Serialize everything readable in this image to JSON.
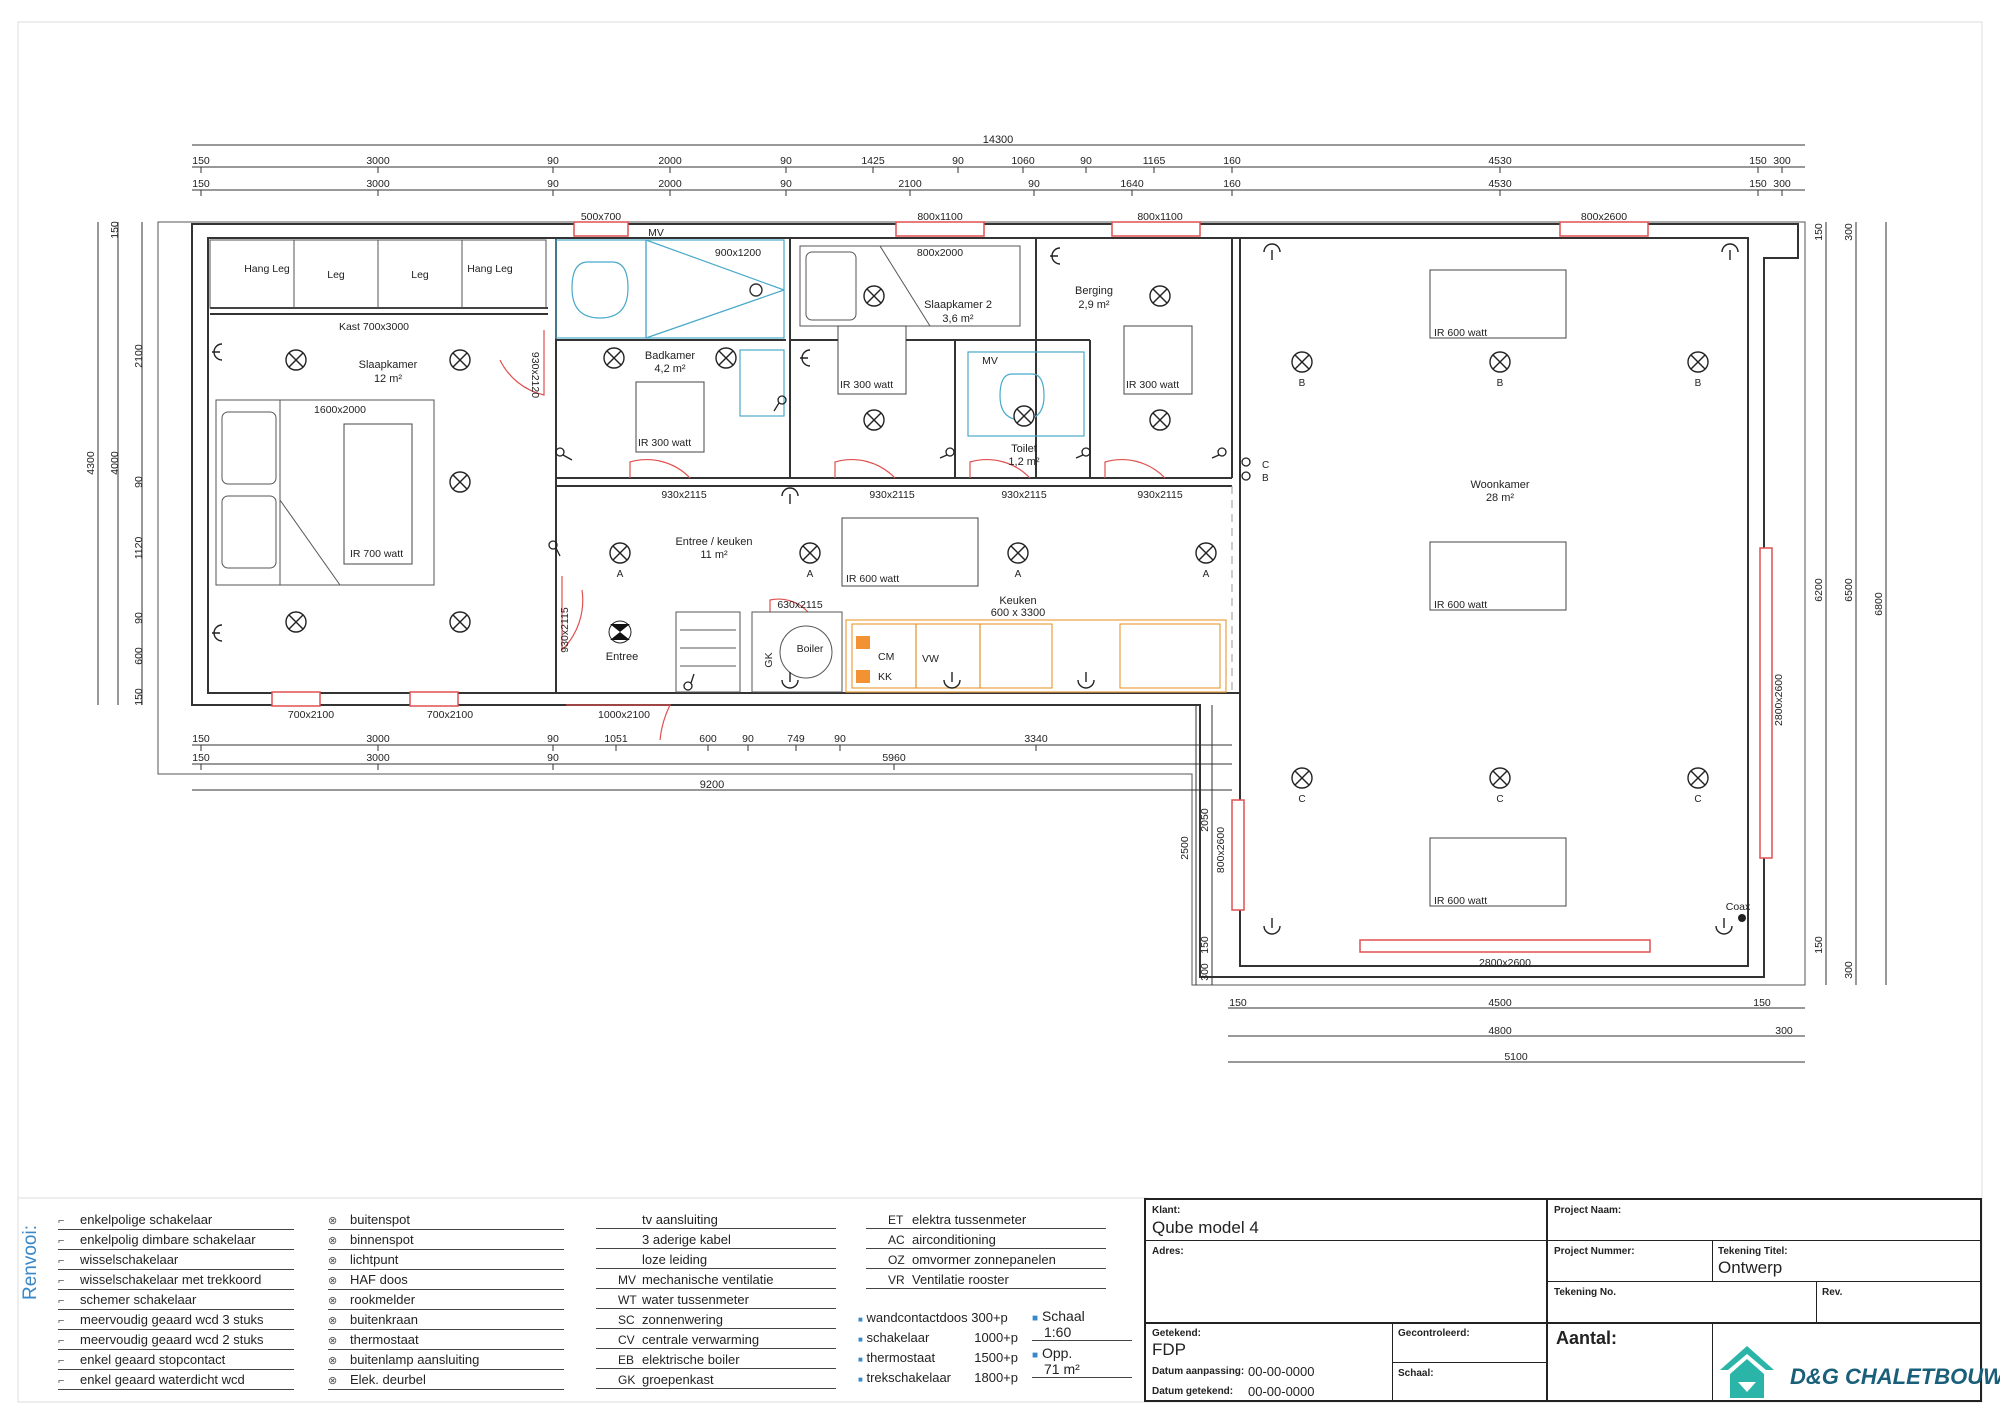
{
  "plan": {
    "dims_top": {
      "total": "14300",
      "row1": [
        "150",
        "3000",
        "90",
        "2000",
        "90",
        "1425",
        "90",
        "1060",
        "90",
        "1165",
        "160",
        "4530",
        "150",
        "300"
      ],
      "row2": [
        "150",
        "3000",
        "90",
        "2000",
        "90",
        "2100",
        "90",
        "1640",
        "160",
        "4530",
        "150",
        "300"
      ]
    },
    "dims_bottom_left": {
      "row1": [
        "150",
        "3000",
        "90",
        "1051",
        "600",
        "90",
        "749",
        "90",
        "3340"
      ],
      "row2": [
        "150",
        "3000",
        "90",
        "5960"
      ],
      "total": "9200"
    },
    "dims_bottom_right": {
      "row1": [
        "150",
        "4500",
        "150"
      ],
      "row2": [
        "4800",
        "300"
      ],
      "total": "5100"
    },
    "dims_left": [
      "150",
      "2100",
      "90",
      "1120",
      "90",
      "600",
      "150",
      "4000",
      "4300"
    ],
    "dims_right": [
      "150",
      "6200",
      "150",
      "6500",
      "300",
      "6800",
      "300"
    ],
    "dims_inner": [
      "2500",
      "2050",
      "150",
      "300"
    ],
    "rooms": {
      "kast": [
        "Hang Leg",
        "Leg",
        "Leg",
        "Hang Leg"
      ],
      "kast_label": "Kast 700x3000",
      "slaapkamer": {
        "name": "Slaapkamer",
        "area": "12 m²",
        "bed": "1600x2000",
        "heater": "IR 700 watt"
      },
      "badkamer": {
        "name": "Badkamer",
        "area": "4,2 m²",
        "heater": "IR 300 watt",
        "mv": "MV",
        "shower": "900x1200",
        "win": "500x700",
        "door": "930x2120"
      },
      "slaapkamer2": {
        "name": "Slaapkamer 2",
        "area": "3,6 m²",
        "bed": "800x2000",
        "heater": "IR 300 watt",
        "win": "800x1100"
      },
      "toilet": {
        "name": "Toilet",
        "area": "1,2 m²",
        "mv": "MV"
      },
      "berging": {
        "name": "Berging",
        "area": "2,9 m²",
        "heater": "IR 300 watt",
        "win": "800x1100"
      },
      "woonkamer": {
        "name": "Woonkamer",
        "area": "28 m²",
        "heaters": [
          "IR 600 watt",
          "IR 600 watt",
          "IR 600 watt"
        ],
        "win_top": "800x2600",
        "win_right": "2800x2600",
        "win_bottom": "2800x2600",
        "win_left": "800x2600",
        "coax": "Coax"
      },
      "entree": {
        "name": "Entree / keuken",
        "area": "11 m²",
        "heater": "IR 600 watt",
        "entree": "Entree",
        "boiler": "Boiler",
        "gk": "GK",
        "door_front": "1000x2100",
        "door_side": "930x2115",
        "boiler_door": "630x2115"
      },
      "keuken": {
        "name": "Keuken",
        "size": "600 x 3300",
        "cm": "CM",
        "kk": "KK",
        "vw": "VW"
      },
      "hall_doors": [
        "930x2115",
        "930x2115",
        "930x2115",
        "930x2115"
      ],
      "bedroom_windows": [
        "700x2100",
        "700x2100"
      ]
    },
    "spot_letters": {
      "a": "A",
      "b": "B",
      "c": "C"
    }
  },
  "legend": {
    "title": "Renvooi:",
    "col1": [
      "enkelpolige schakelaar",
      "enkelpolig dimbare schakelaar",
      "wisselschakelaar",
      "wisselschakelaar met trekkoord",
      "schemer schakelaar",
      "meervoudig geaard wcd 3 stuks",
      "meervoudig geaard wcd 2 stuks",
      "enkel geaard stopcontact",
      "enkel geaard waterdicht wcd"
    ],
    "col2": [
      "buitenspot",
      "binnenspot",
      "lichtpunt",
      "HAF doos",
      "rookmelder",
      "buitenkraan",
      "thermostaat",
      "buitenlamp aansluiting",
      "Elek. deurbel"
    ],
    "col3_codes": [
      "",
      "",
      "",
      "MV",
      "WT",
      "SC",
      "CV",
      "EB",
      "GK"
    ],
    "col3": [
      "tv aansluiting",
      "3 aderige kabel",
      "loze leiding",
      "mechanische ventilatie",
      "water tussenmeter",
      "zonnenwering",
      "centrale verwarming",
      "elektrische boiler",
      "groepenkast"
    ],
    "col4_codes": [
      "ET",
      "AC",
      "OZ",
      "VR"
    ],
    "col4": [
      "elektra tussenmeter",
      "airconditioning",
      "omvormer zonnepanelen",
      "Ventilatie rooster"
    ],
    "heights": [
      {
        "label": "wandcontactdoos 300+p",
        "value": ""
      },
      {
        "label": "schakelaar",
        "value": "1000+p"
      },
      {
        "label": "thermostaat",
        "value": "1500+p"
      },
      {
        "label": "trekschakelaar",
        "value": "1800+p"
      }
    ],
    "schaal_label": "Schaal",
    "schaal_value": "1:60",
    "opp_label": "Opp.",
    "opp_value": "71 m²"
  },
  "titleblock": {
    "klant_label": "Klant:",
    "klant": "Qube model 4",
    "project_naam_label": "Project Naam:",
    "adres_label": "Adres:",
    "project_nummer_label": "Project Nummer:",
    "tekening_titel_label": "Tekening Titel:",
    "tekening_titel": "Ontwerp",
    "tekening_no_label": "Tekening No.",
    "rev_label": "Rev.",
    "getekend_label": "Getekend:",
    "getekend": "FDP",
    "gecontroleerd_label": "Gecontroleerd:",
    "aantal_label": "Aantal:",
    "datum_aanpassing_label": "Datum aanpassing:",
    "datum_aanpassing": "00-00-0000",
    "datum_getekend_label": "Datum getekend:",
    "datum_getekend": "00-00-0000",
    "schaal_label": "Schaal:",
    "logo_text": "D&G CHALETBOUW",
    "logo_color": "#2bb5a8"
  }
}
